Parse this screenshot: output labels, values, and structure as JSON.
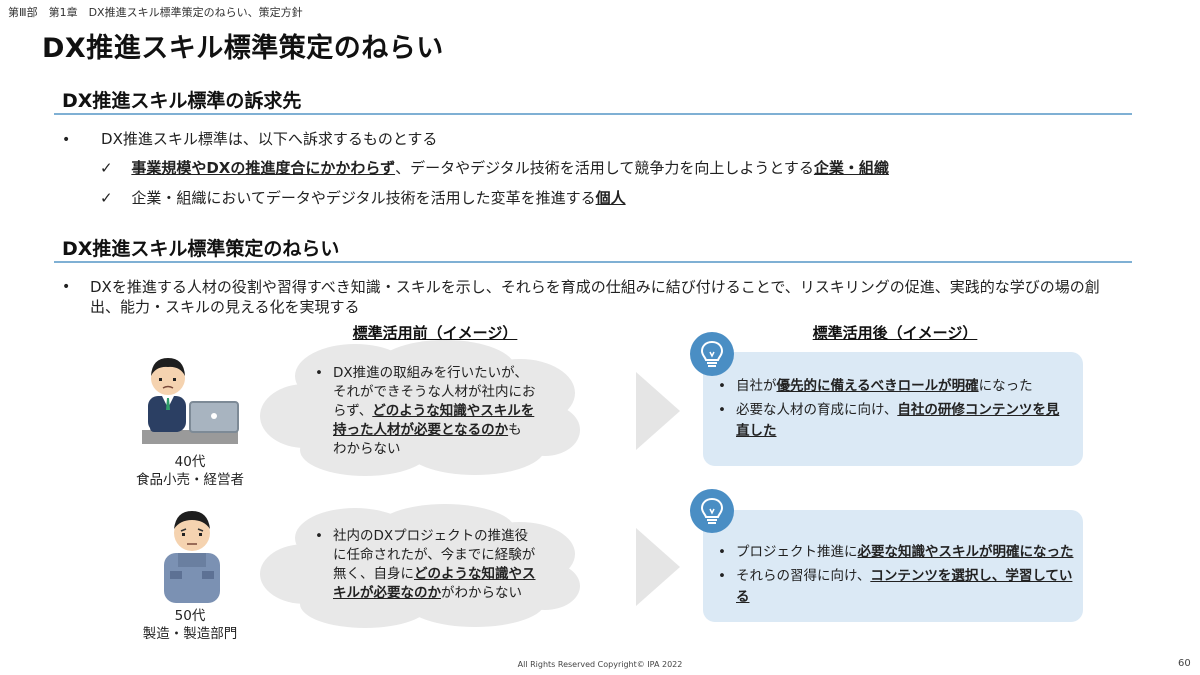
{
  "breadcrumb": "第Ⅲ部　第1章　DX推進スキル標準策定のねらい、策定方針",
  "title": "DX推進スキル標準策定のねらい",
  "section1": {
    "heading": "DX推進スキル標準の訴求先",
    "bullet": "DX推進スキル標準は、以下へ訴求するものとする",
    "checks": [
      {
        "b1": "事業規模やDXの推進度合にかかわらず",
        "t1": "、データやデジタル技術を活用して競争力を向上しようとする",
        "b2": "企業・組織"
      },
      {
        "t1": "企業・組織においてデータやデジタル技術を活用した変革を推進する",
        "b1": "個人"
      }
    ]
  },
  "section2": {
    "heading": "DX推進スキル標準策定のねらい",
    "bullet_line1": "DXを推進する人材の役割や習得すべき知識・スキルを示し、それらを育成の仕組みに結び付けることで、リスキリングの促進、実践的な学びの場の創",
    "bullet_line2": "出、能力・スキルの見える化を実現する"
  },
  "before_label": "標準活用前（イメージ）",
  "after_label": "標準活用後（イメージ）",
  "persons": [
    {
      "age": "40代",
      "role": "食品小売・経営者"
    },
    {
      "age": "50代",
      "role": "製造・製造部門"
    }
  ],
  "clouds": [
    {
      "l1": "DX推進の取組みを行いたいが、",
      "l2": "それができそうな人材が社内にお",
      "l3a": "らず、",
      "l3b": "どのような知識やスキルを",
      "l4b": "持った人材が必要となるのか",
      "l4c": "も",
      "l5": "わからない"
    },
    {
      "l1": "社内のDXプロジェクトの推進役",
      "l2": "に任命されたが、今までに経験が",
      "l3a": "無く、自身に",
      "l3b": "どのような知識やス",
      "l4b": "キルが必要なのか",
      "l4c": "がわからない"
    }
  ],
  "afters": [
    {
      "i1a": "自社が",
      "i1b": "優先的に備えるべきロールが明確",
      "i1c": "になった",
      "i2a": "必要な人材の育成に向け、",
      "i2b": "自社の研修コンテンツを見",
      "i2c": "直した"
    },
    {
      "i1a": "プロジェクト推進に",
      "i1b": "必要な知識やスキルが明確になった",
      "i2a": "それらの習得に向け、",
      "i2b": "コンテンツを選択し、学習している"
    }
  ],
  "footer": "All Rights Reserved Copyright© IPA 2022",
  "page_number": "60",
  "colors": {
    "rule": "#7fb0d4",
    "after_box": "#dbe9f5",
    "bulb": "#4a8ec4",
    "cloud": "#e8e8e8",
    "arrow": "#e5e5e5"
  }
}
